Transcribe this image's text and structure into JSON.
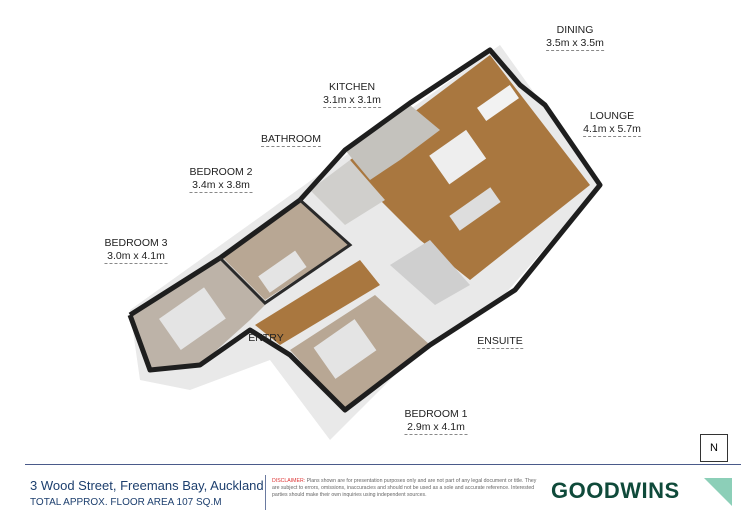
{
  "rooms": [
    {
      "name": "DINING",
      "size": "3.5m x 3.5m"
    },
    {
      "name": "LOUNGE",
      "size": "4.1m x 5.7m"
    },
    {
      "name": "KITCHEN",
      "size": "3.1m x 3.1m"
    },
    {
      "name": "BATHROOM",
      "size": ""
    },
    {
      "name": "BEDROOM 2",
      "size": "3.4m x 3.8m"
    },
    {
      "name": "BEDROOM 3",
      "size": "3.0m x 4.1m"
    },
    {
      "name": "ENTRY",
      "size": ""
    },
    {
      "name": "ENSUITE",
      "size": ""
    },
    {
      "name": "BEDROOM 1",
      "size": "2.9m x 4.1m"
    }
  ],
  "compass": {
    "label": "N",
    "icon": "north-arrow-icon"
  },
  "footer": {
    "address": "3 Wood Street, Freemans Bay, Auckland",
    "area": "TOTAL APPROX. FLOOR AREA 107 SQ.M",
    "disclaimer_label": "DISCLAIMER:",
    "disclaimer": "Plans shown are for presentation purposes only and are not part of any legal document or title. They are subject to errors, omissions, inaccuracies and should not be used as a sole and accurate reference. Interested parties should make their own inquiries using independent sources.",
    "brand": "GOODWINS"
  },
  "colors": {
    "wall": "#1e1e1e",
    "timber": "#a9773f",
    "carpet": "#b8a794",
    "brand": "#0f4a3a",
    "accent": "#8ccfb8"
  }
}
